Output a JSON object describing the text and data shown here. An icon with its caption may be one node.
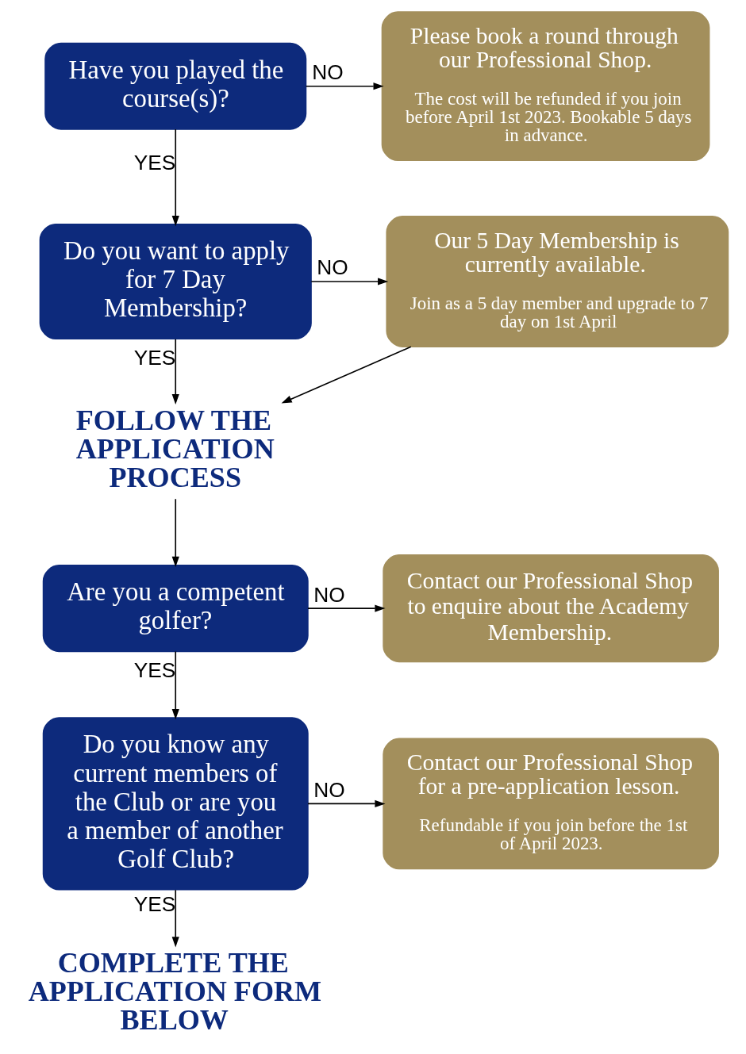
{
  "diagram": {
    "nodes": [
      {
        "text": [
          "Have you played the course(s)?"
        ]
      },
      {
        "text": [
          "Please book a round through our Professional Shop.",
          "The cost will be refunded if you join before April 1st 2023. Bookable 5 days in advance."
        ]
      },
      {
        "text": [
          "Do you want to apply for 7 Day Membership?"
        ]
      },
      {
        "text": [
          "Our 5 Day Membership is currently available.",
          "Join as a 5 day member and upgrade to 7 day on 1st April"
        ]
      },
      {
        "text": [
          "FOLLOW THE APPLICATION PROCESS"
        ]
      },
      {
        "text": [
          "Are you a competent golfer?"
        ]
      },
      {
        "text": [
          "Contact our Professional Shop to enquire about the Academy Membership."
        ]
      },
      {
        "text": [
          "Do you know any current members of the Club or are you a member of another Golf Club?"
        ]
      },
      {
        "text": [
          "Contact our Professional Shop for a pre-application lesson.",
          "Refundable if you join before the 1st of April 2023."
        ]
      },
      {
        "text": [
          "COMPLETE THE APPLICATION FORM BELOW"
        ]
      }
    ],
    "edges": [
      {
        "from": 0,
        "to": 1,
        "arrow": "to",
        "label": "NO"
      },
      {
        "from": 0,
        "to": 2,
        "arrow": "to",
        "label": "YES"
      },
      {
        "from": 2,
        "to": 3,
        "arrow": "to",
        "label": "NO"
      },
      {
        "from": 2,
        "to": 4,
        "arrow": "to",
        "label": "YES"
      },
      {
        "from": 3,
        "to": 4,
        "arrow": "to"
      },
      {
        "from": 4,
        "to": 5,
        "arrow": "to"
      },
      {
        "from": 5,
        "to": 6,
        "arrow": "to",
        "label": "NO"
      },
      {
        "from": 5,
        "to": 7,
        "arrow": "to",
        "label": "YES"
      },
      {
        "from": 7,
        "to": 8,
        "arrow": "to",
        "label": "NO"
      },
      {
        "from": 7,
        "to": 9,
        "arrow": "to",
        "label": "YES"
      }
    ]
  }
}
